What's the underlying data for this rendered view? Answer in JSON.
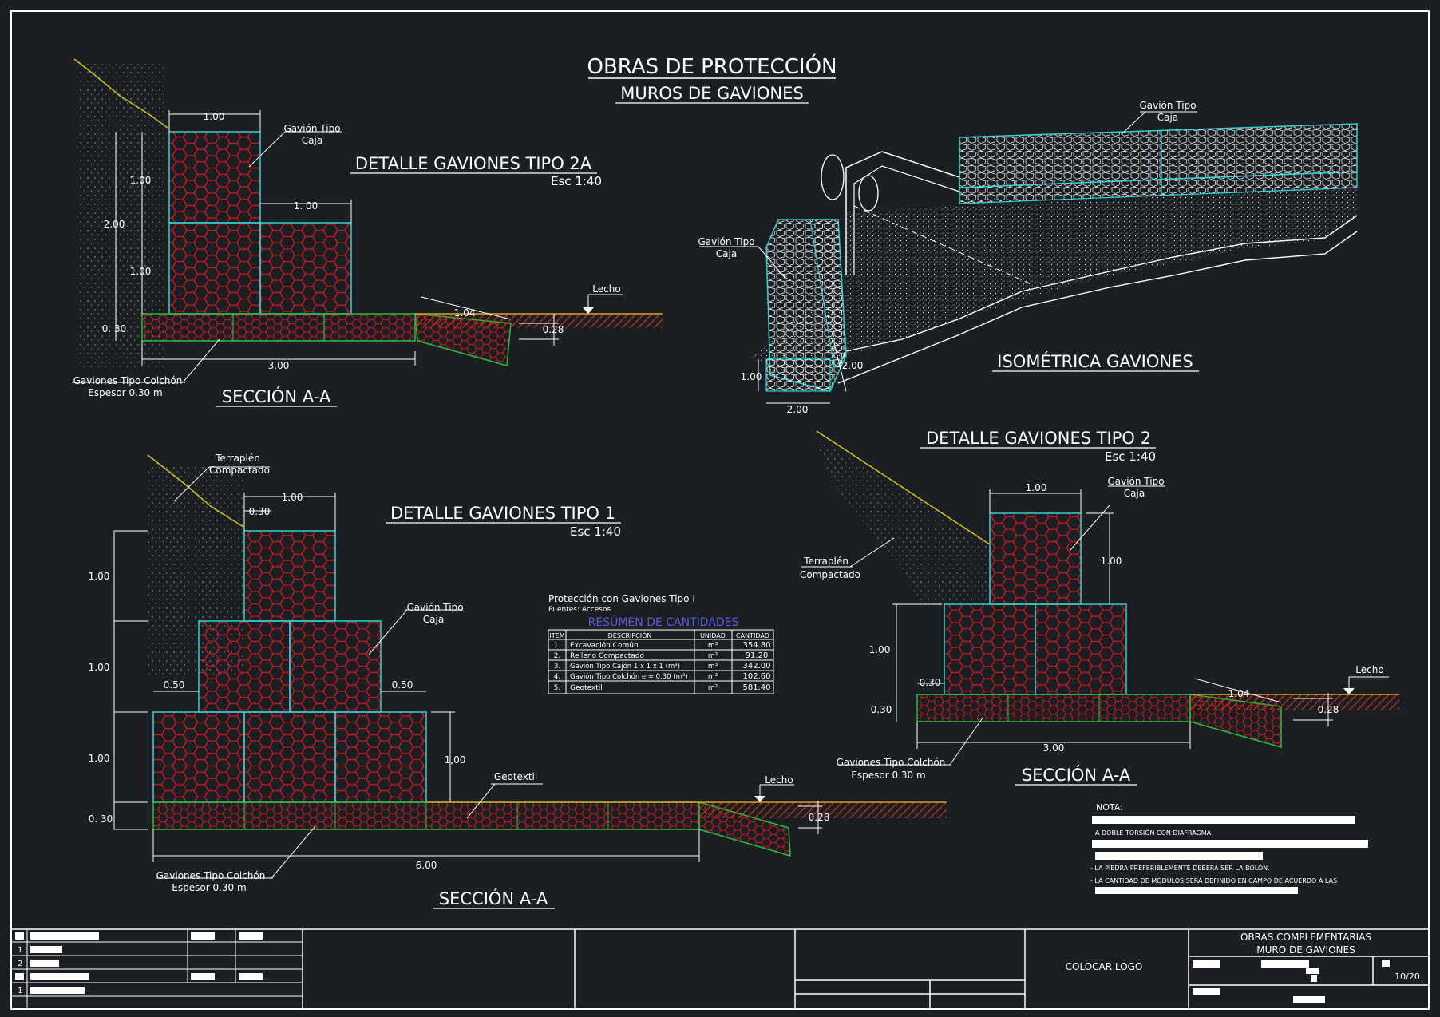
{
  "titles": {
    "main": "OBRAS DE PROTECCIÓN",
    "sub": "MUROS DE GAVIONES",
    "isometric": "ISOMÉTRICA GAVIONES",
    "detail_2a": "DETALLE GAVIONES TIPO 2A",
    "detail_1": "DETALLE GAVIONES TIPO 1",
    "detail_2": "DETALLE GAVIONES TIPO 2",
    "scale": "Esc 1:40",
    "section": "SECCIÓN  A-A"
  },
  "labels": {
    "gavion_caja_1": "Gavión Tipo",
    "gavion_caja_2": "Caja",
    "colchon_1": "Gaviones Tipo Colchón",
    "colchon_2": "Espesor 0.30 m",
    "lecho": "Lecho",
    "terraplen_1": "Terraplén",
    "terraplen_2": "Compactado",
    "geotextil": "Geotextil"
  },
  "dims_2a": {
    "top_w": "1.00",
    "mid_w": "1. 00",
    "h1": "1.00",
    "h2": "2.00",
    "h3": "1.00",
    "mat": "0. 30",
    "slope": "1.04",
    "base": "3.00",
    "toe": "0.28"
  },
  "dims_1": {
    "top_w": "1.00",
    "off": "0.30",
    "h1": "1.00",
    "h2": "1.00",
    "h3": "1.00",
    "h_right": "1,00",
    "mat": "0. 30",
    "left": "0.50",
    "right": "0.50",
    "base": "6.00",
    "toe": "0.28"
  },
  "dims_2": {
    "top_w": "1.00",
    "h_top": "1.00",
    "h_mid": "1.00",
    "off": "0.30",
    "mat": "0.30",
    "slope": "1.04",
    "base": "3.00",
    "toe": "0.28"
  },
  "dims_iso": {
    "h": "1.00",
    "w": "2.00",
    "d": "2.00"
  },
  "quantities": {
    "title": "Protección con Gaviones Tipo I",
    "subtitle": "Puentes: Accesos",
    "heading": "RESÚMEN DE CANTIDADES",
    "columns": [
      "ITEM",
      "DESCRIPCIÓN",
      "UNIDAD",
      "CANTIDAD"
    ],
    "rows": [
      {
        "item": "1.",
        "desc": "Excavación Común",
        "unit": "m³",
        "qty": "354.80"
      },
      {
        "item": "2.",
        "desc": "Relleno Compactado",
        "unit": "m³",
        "qty": "91.20"
      },
      {
        "item": "3.",
        "desc": "Gavión Tipo Cajón 1 x 1 x 1 (m³)",
        "unit": "m³",
        "qty": "342.00"
      },
      {
        "item": "4.",
        "desc": "Gavión Tipo Colchón e = 0.30 (m³)",
        "unit": "m³",
        "qty": "102.60"
      },
      {
        "item": "5.",
        "desc": "Geotextil",
        "unit": "m²",
        "qty": "581.40"
      }
    ]
  },
  "notes": {
    "title": "NOTA:",
    "line1": "A DOBLE TORSIÓN CON DIAFRAGMA",
    "line2": "- LA PIEDRA PREFERIBLEMENTE DEBERÁ SER LA BOLÓN.",
    "line3": "- LA CANTIDAD DE MÓDULOS SERÁ DEFINIDO EN CAMPO DE ACUERDO A LAS"
  },
  "title_block": {
    "logo": "COLOCAR LOGO",
    "project_1": "OBRAS COMPLEMENTARIAS",
    "project_2": "MURO DE GAVIONES",
    "sheet": "10/20",
    "rev_1": "1",
    "rev_2": "2"
  },
  "colors": {
    "background": "#1b1e22",
    "gabion_mesh": "#d0191c",
    "box_outline": "#2fd3d3",
    "mattress_outline": "#22c23a",
    "terrain_line": "#c9c217",
    "riverbed": "#b5341a",
    "quantities_heading": "#5a5ee0"
  }
}
